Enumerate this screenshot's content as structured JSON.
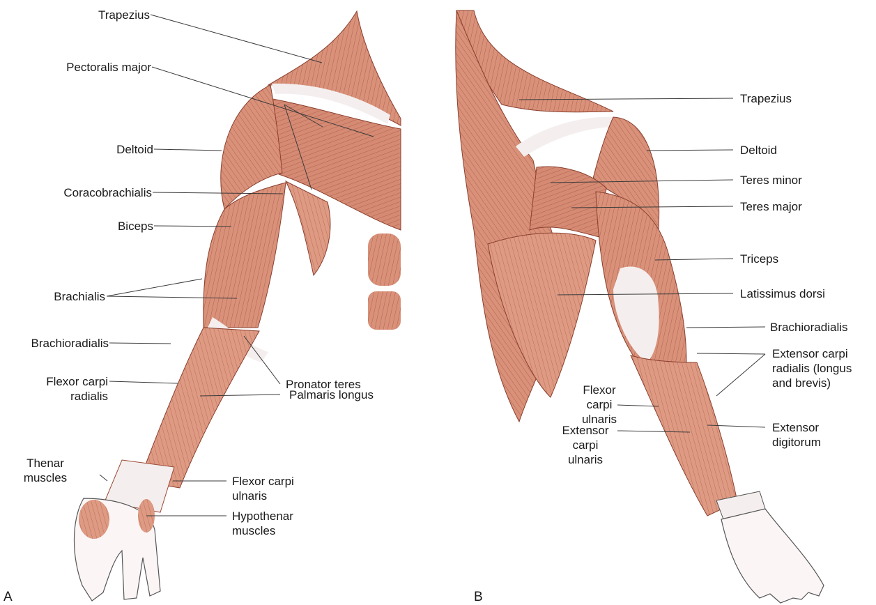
{
  "colors": {
    "muscle": "#d9917a",
    "muscle_dark": "#a9533e",
    "muscle_light": "#e7b3a0",
    "fiber": "#9c4a36",
    "tendon": "#f4efee",
    "leader_line": "#3a3a3a",
    "background": "#ffffff"
  },
  "panel_a": {
    "letter": "A",
    "labels": {
      "trapezius": "Trapezius",
      "pectoralis_major": "Pectoralis major",
      "deltoid": "Deltoid",
      "coracobrachialis": "Coracobrachialis",
      "biceps": "Biceps",
      "brachialis": "Brachialis",
      "brachioradialis": "Brachioradialis",
      "flexor_carpi_radialis": "Flexor carpi\nradialis",
      "thenar_muscles": "Thenar\nmuscles",
      "pronator_teres": "Pronator teres",
      "palmaris_longus": "Palmaris longus",
      "flexor_carpi_ulnaris": "Flexor carpi\nulnaris",
      "hypothenar_muscles": "Hypothenar\nmuscles"
    }
  },
  "panel_b": {
    "letter": "B",
    "labels": {
      "trapezius": "Trapezius",
      "deltoid": "Deltoid",
      "teres_minor": "Teres minor",
      "teres_major": "Teres major",
      "triceps": "Triceps",
      "latissimus_dorsi": "Latissimus dorsi",
      "brachioradialis": "Brachioradialis",
      "extensor_carpi_radialis": "Extensor carpi\nradialis (longus\nand brevis)",
      "flexor_carpi_ulnaris": "Flexor\ncarpi\nulnaris",
      "extensor_carpi_ulnaris": "Extensor\ncarpi\nulnaris",
      "extensor_digitorum": "Extensor\ndigitorum"
    }
  }
}
